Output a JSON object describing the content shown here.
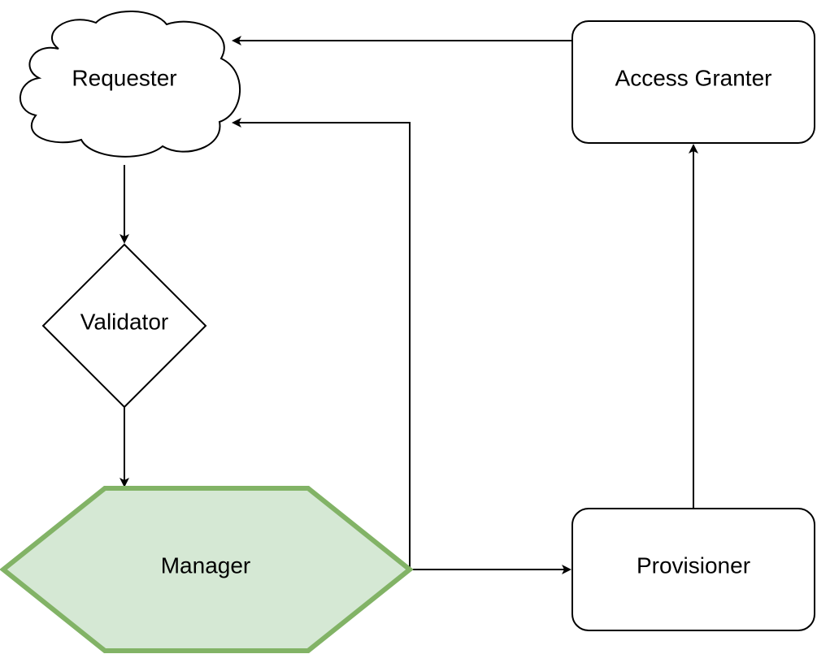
{
  "diagram": {
    "nodes": {
      "requester": {
        "label": "Requester",
        "shape": "cloud"
      },
      "validator": {
        "label": "Validator",
        "shape": "diamond"
      },
      "manager": {
        "label": "Manager",
        "shape": "hexagon",
        "fill": "#d5e8d4",
        "stroke": "#82b366"
      },
      "access_granter": {
        "label": "Access Granter",
        "shape": "rounded-rectangle"
      },
      "provisioner": {
        "label": "Provisioner",
        "shape": "rounded-rectangle"
      }
    },
    "edges": [
      {
        "from": "Requester",
        "to": "Validator"
      },
      {
        "from": "Validator",
        "to": "Manager"
      },
      {
        "from": "Manager",
        "to": "Provisioner"
      },
      {
        "from": "Manager",
        "to": "Requester"
      },
      {
        "from": "Provisioner",
        "to": "Access Granter"
      },
      {
        "from": "Access Granter",
        "to": "Requester"
      }
    ],
    "colors": {
      "stroke": "#000000",
      "background": "#ffffff"
    }
  }
}
